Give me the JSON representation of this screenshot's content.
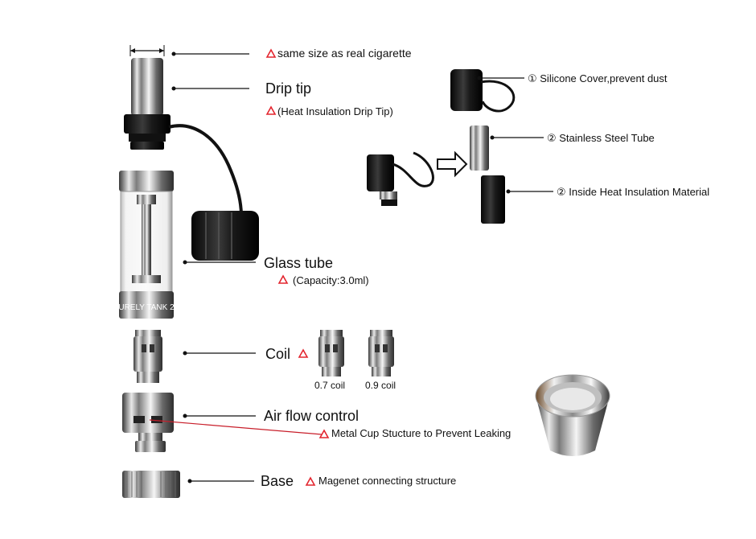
{
  "labels": {
    "cig_note": "same size as real cigarette",
    "drip_tip": "Drip tip",
    "drip_tip_note": "(Heat Insulation Drip Tip)",
    "glass_tube": "Glass tube",
    "capacity": "(Capacity:3.0ml)",
    "coil": "Coil",
    "coil_07": "0.7 coil",
    "coil_09": "0.9 coil",
    "airflow": "Air flow control",
    "metal_cup": "Metal Cup Stucture to Prevent Leaking",
    "base": "Base",
    "magnet": "Magenet connecting structure",
    "silicone": "① Silicone Cover,prevent dust",
    "steel_tube": "② Stainless Steel Tube",
    "insulation": "② Inside Heat Insulation Material",
    "tank_text": "URELY TANK 2"
  },
  "colors": {
    "triangle": "#e3262f",
    "leader": "#111111",
    "red_leader": "#c81e2a"
  }
}
